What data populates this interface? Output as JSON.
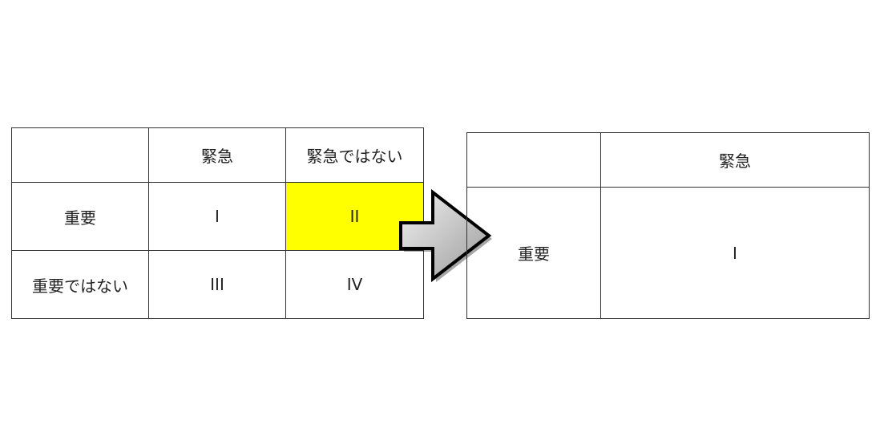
{
  "left_matrix": {
    "col_headers": [
      "",
      "緊急",
      "緊急ではない"
    ],
    "rows": [
      {
        "label": "重要",
        "cells": [
          "I",
          "II"
        ]
      },
      {
        "label": "重要ではない",
        "cells": [
          "III",
          "IV"
        ]
      }
    ],
    "highlight_color": "#ffff00"
  },
  "right_matrix": {
    "col_headers": [
      "",
      "緊急"
    ],
    "rows": [
      {
        "label": "重要",
        "cells": [
          "I"
        ]
      }
    ]
  },
  "arrow": {
    "icon": "right-arrow-icon",
    "fill_light": "#f2f2f2",
    "fill_dark": "#9a9a9a",
    "stroke": "#000000"
  }
}
